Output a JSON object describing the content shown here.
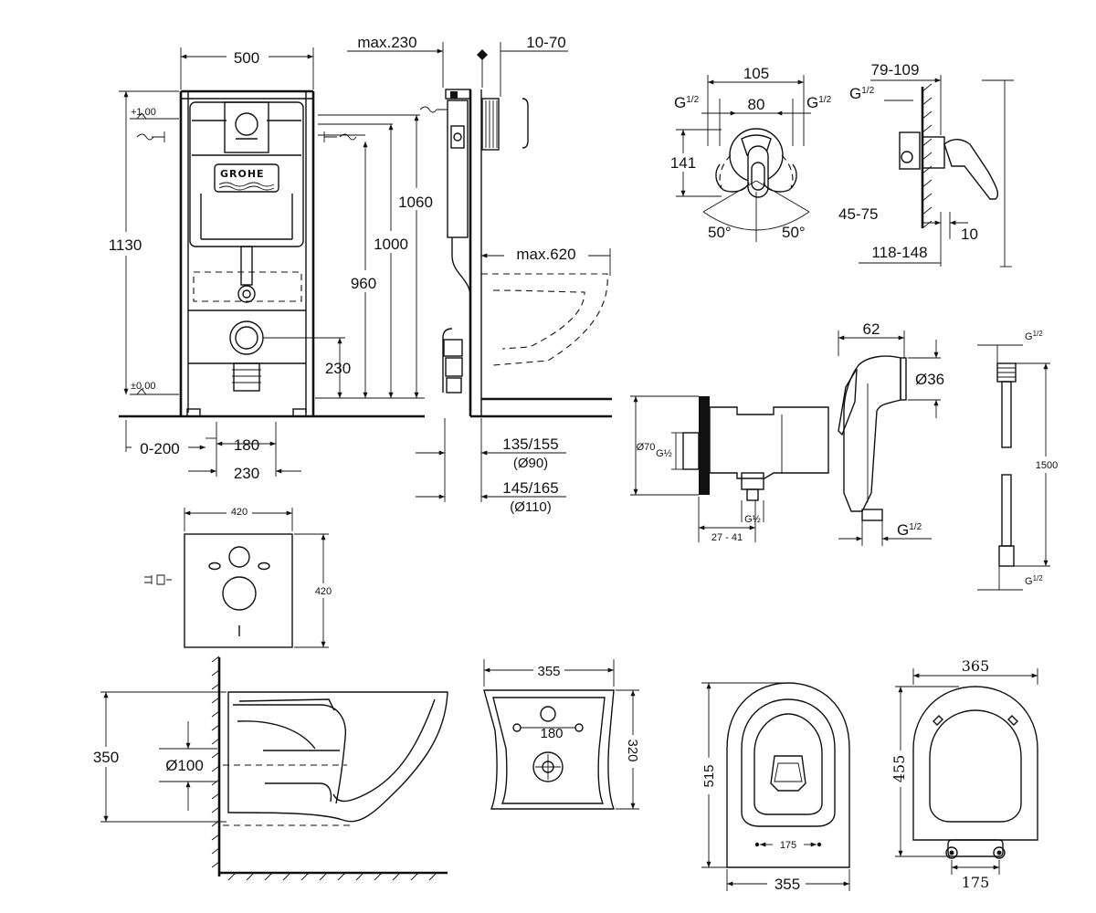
{
  "frame": {
    "width": "500",
    "depth_max": "max.230",
    "wall_gap": "10-70",
    "plus_level": "+1,00",
    "zero_level": "±0,00",
    "height_total": "1130",
    "h1060": "1060",
    "h1000": "1000",
    "h960": "960",
    "h230": "230",
    "reach": "max.620",
    "floor_adj": "0-200",
    "feet_180": "180",
    "feet_230": "230",
    "d135": "135/155",
    "d90": "(Ø90)",
    "d145": "145/165",
    "d110": "(Ø110)",
    "brand": "GROHE"
  },
  "mixer": {
    "w105": "105",
    "w80": "80",
    "g_left": "G",
    "g_right": "G",
    "g_side": "G",
    "frac": "1/2",
    "h141": "141",
    "a50l": "50°",
    "a50r": "50°",
    "d45_75": "45-75",
    "d79_109": "79-109",
    "d118_148": "118-148",
    "d10": "10"
  },
  "elbow": {
    "dia70": "Ø70",
    "g_top": "G½",
    "g_bottom": "G½",
    "d27_41": "27 - 41"
  },
  "handshower": {
    "w62": "62",
    "d36": "Ø36",
    "g": "G",
    "frac": "1/2"
  },
  "hose": {
    "length": "1500",
    "g_top": "G",
    "g_bottom": "G",
    "frac": "1/2"
  },
  "soundplate": {
    "w": "420",
    "h": "420"
  },
  "bowl_side": {
    "h350": "350",
    "d100": "Ø100"
  },
  "bowl_back": {
    "w355": "355",
    "d180": "180",
    "h320": "320"
  },
  "bowl_top": {
    "h515": "515",
    "d175": "175",
    "w355": "355"
  },
  "seat": {
    "w365": "365",
    "h455": "455",
    "d175": "175"
  }
}
